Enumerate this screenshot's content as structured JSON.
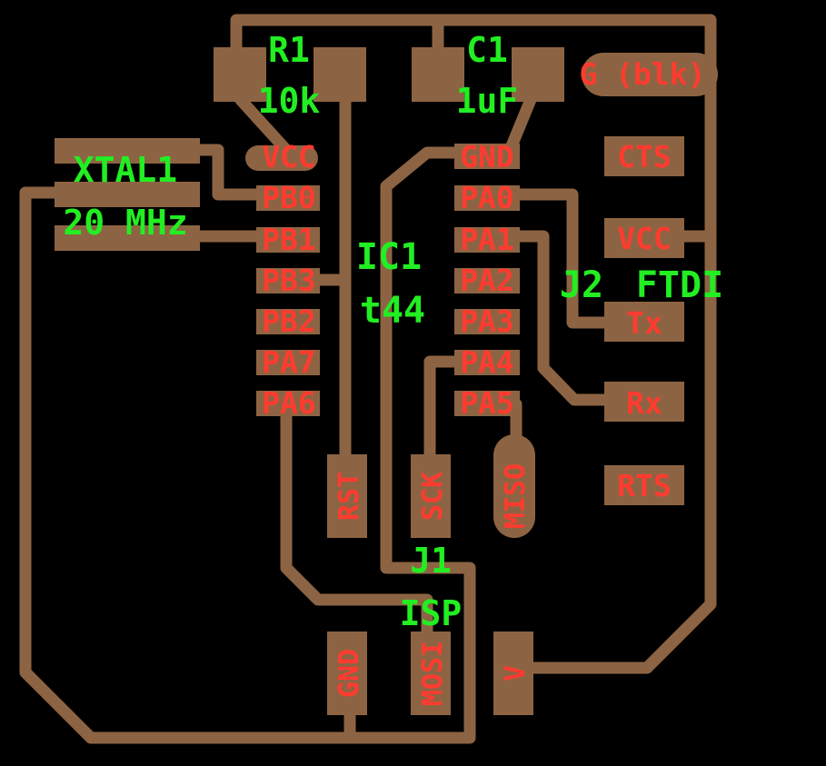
{
  "components": {
    "r1": {
      "ref": "R1",
      "value": "10k"
    },
    "c1": {
      "ref": "C1",
      "value": "1uF"
    },
    "xtal1": {
      "ref": "XTAL1",
      "value": "20 MHz"
    },
    "ic1": {
      "ref": "IC1",
      "value": "t44"
    },
    "j1": {
      "ref": "J1",
      "value": "ISP"
    },
    "j2": {
      "ref": "J2",
      "value": "FTDI"
    }
  },
  "ic_pins_left": [
    "VCC",
    "PB0",
    "PB1",
    "PB3",
    "PB2",
    "PA7",
    "PA6"
  ],
  "ic_pins_right": [
    "GND",
    "PA0",
    "PA1",
    "PA2",
    "PA3",
    "PA4",
    "PA5"
  ],
  "ftdi_pins": [
    "G (blk)",
    "CTS",
    "VCC",
    "Tx",
    "Rx",
    "RTS"
  ],
  "isp_pins": [
    "RST",
    "SCK",
    "MISO",
    "GND",
    "MOSI",
    "V"
  ],
  "colors": {
    "background": "#000000",
    "copper": "#8d6443",
    "pad_label": "#ff3b2f",
    "silk_label": "#22ee22"
  }
}
